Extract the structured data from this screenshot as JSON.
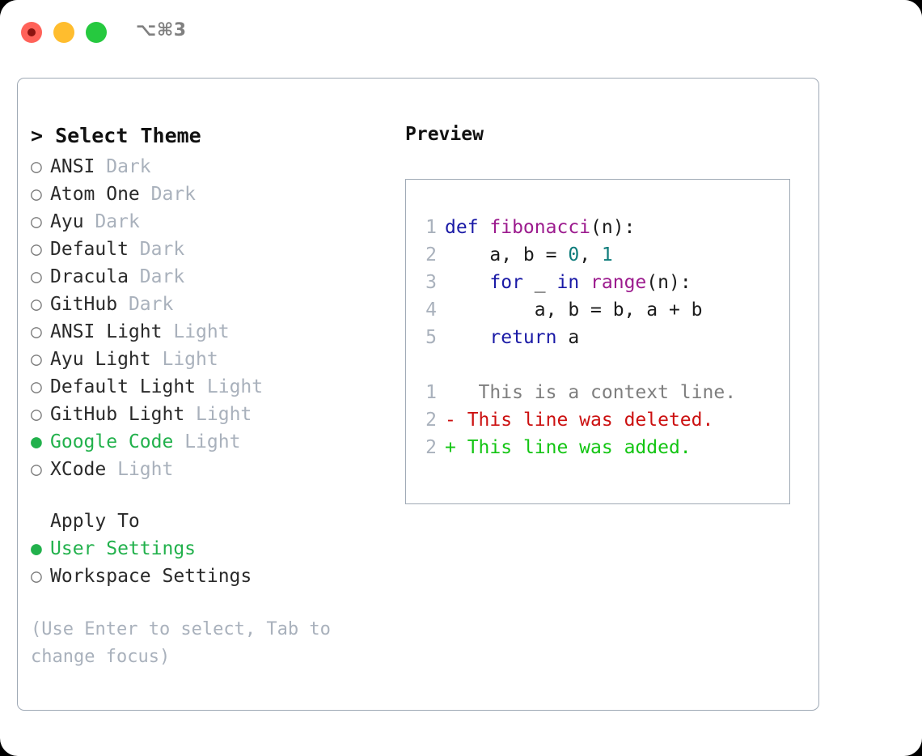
{
  "window": {
    "shortcut": "⌥⌘3",
    "traffic_lights": [
      {
        "name": "close",
        "color": "#ff6259"
      },
      {
        "name": "minimize",
        "color": "#ffbd2e"
      },
      {
        "name": "maximize",
        "color": "#26c93f"
      }
    ]
  },
  "theme_picker": {
    "header": "> Select Theme",
    "selected_bullet": "●",
    "unselected_bullet": "○",
    "items": [
      {
        "bullet": "○",
        "name": "ANSI",
        "tag": "Dark",
        "selected": false
      },
      {
        "bullet": "○",
        "name": "Atom One",
        "tag": "Dark",
        "selected": false
      },
      {
        "bullet": "○",
        "name": "Ayu",
        "tag": "Dark",
        "selected": false
      },
      {
        "bullet": "○",
        "name": "Default",
        "tag": "Dark",
        "selected": false
      },
      {
        "bullet": "○",
        "name": "Dracula",
        "tag": "Dark",
        "selected": false
      },
      {
        "bullet": "○",
        "name": "GitHub",
        "tag": "Dark",
        "selected": false
      },
      {
        "bullet": "○",
        "name": "ANSI Light",
        "tag": "Light",
        "selected": false
      },
      {
        "bullet": "○",
        "name": "Ayu Light",
        "tag": "Light",
        "selected": false
      },
      {
        "bullet": "○",
        "name": "Default Light",
        "tag": "Light",
        "selected": false
      },
      {
        "bullet": "○",
        "name": "GitHub Light",
        "tag": "Light",
        "selected": false
      },
      {
        "bullet": "●",
        "name": "Google Code",
        "tag": "Light",
        "selected": true
      },
      {
        "bullet": "○",
        "name": "XCode",
        "tag": "Light",
        "selected": false
      }
    ]
  },
  "apply_to": {
    "title": "Apply To",
    "options": [
      {
        "bullet": "●",
        "label": "User Settings",
        "selected": true
      },
      {
        "bullet": "○",
        "label": "Workspace Settings",
        "selected": false
      }
    ]
  },
  "hint": "(Use Enter to select, Tab to change focus)",
  "preview": {
    "title": "Preview",
    "code_lines": [
      {
        "ln": "1",
        "tokens": [
          {
            "t": "def ",
            "c": "kw"
          },
          {
            "t": "fibonacci",
            "c": "fn"
          },
          {
            "t": "(n):",
            "c": "pl"
          }
        ]
      },
      {
        "ln": "2",
        "tokens": [
          {
            "t": "    a, b = ",
            "c": "pl"
          },
          {
            "t": "0",
            "c": "num"
          },
          {
            "t": ", ",
            "c": "pl"
          },
          {
            "t": "1",
            "c": "num"
          }
        ]
      },
      {
        "ln": "3",
        "tokens": [
          {
            "t": "    ",
            "c": "pl"
          },
          {
            "t": "for",
            "c": "kw"
          },
          {
            "t": " _ ",
            "c": "pl"
          },
          {
            "t": "in",
            "c": "kw"
          },
          {
            "t": " ",
            "c": "pl"
          },
          {
            "t": "range",
            "c": "fn"
          },
          {
            "t": "(n):",
            "c": "pl"
          }
        ]
      },
      {
        "ln": "4",
        "tokens": [
          {
            "t": "        a, b = b, a + b",
            "c": "pl"
          }
        ]
      },
      {
        "ln": "5",
        "tokens": [
          {
            "t": "    ",
            "c": "pl"
          },
          {
            "t": "return",
            "c": "kw"
          },
          {
            "t": " a",
            "c": "pl"
          }
        ]
      }
    ],
    "diff_lines": [
      {
        "ln": "1",
        "marker": " ",
        "text": "  This is a context line.",
        "kind": "ctx"
      },
      {
        "ln": "2",
        "marker": "-",
        "text": " This line was deleted.",
        "kind": "del"
      },
      {
        "ln": "2",
        "marker": "+",
        "text": " This line was added.",
        "kind": "add"
      }
    ]
  },
  "colors": {
    "accent_green": "#22b14c",
    "muted": "#a9b1bc",
    "border": "#9fa9b5",
    "keyword": "#1a1aa6",
    "function": "#9c1b8e",
    "number": "#0e7c7b",
    "diff_deleted": "#cc1111",
    "diff_added": "#13c513"
  }
}
